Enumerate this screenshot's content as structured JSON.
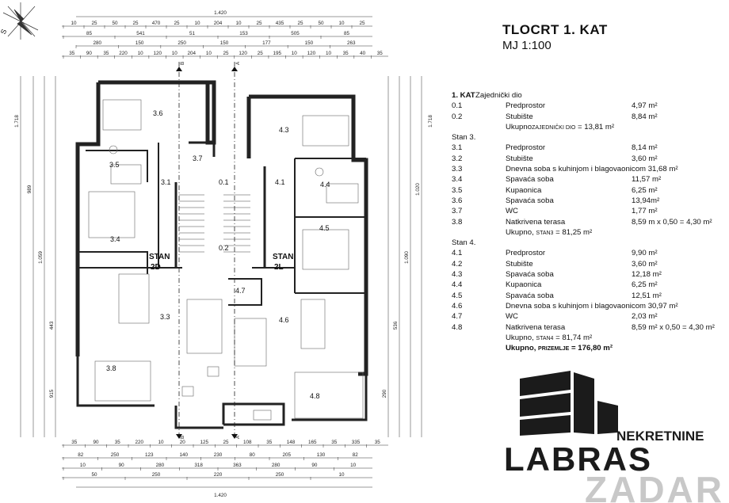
{
  "header": {
    "title": "TLOCRT 1. KAT",
    "scale": "MJ 1:100"
  },
  "compass": {
    "letter": "S"
  },
  "legend": {
    "rows": [
      {
        "c1": "1. KAT",
        "c1_bold": true,
        "c2": "Zajednički dio",
        "c3": "",
        "type": "heading"
      },
      {
        "c1": "0.1",
        "c2": "Predprostor",
        "c3": "4,97 m²"
      },
      {
        "c1": "0.2",
        "c2": "Stubište",
        "c3": "8,84 m²"
      },
      {
        "c1": "",
        "c2": "Ukupno",
        "c2sub": "ZAJEDNIČKI DIO",
        "c2rest": " = 13,81 m²",
        "type": "total"
      },
      {
        "c1": "Stan 3.",
        "c2": "",
        "c3": ""
      },
      {
        "c1": "3.1",
        "c2": "Predprostor",
        "c3": "8,14 m²"
      },
      {
        "c1": "3.2",
        "c2": "Stubište",
        "c3": "3,60 m²"
      },
      {
        "c1": "3.3",
        "c2": "Dnevna soba s kuhinjom i blagovaonicom 31,68 m²",
        "c3": ""
      },
      {
        "c1": "3.4",
        "c2": "Spavaća soba",
        "c3": "11,57 m²"
      },
      {
        "c1": "3.5",
        "c2": "Kupaonica",
        "c3": "6,25 m²"
      },
      {
        "c1": "3.6",
        "c2": "Spavaća soba",
        "c3": "13,94m²"
      },
      {
        "c1": "3.7",
        "c2": "WC",
        "c3": "1,77 m²"
      },
      {
        "c1": "3.8",
        "c2": "Natkrivena terasa",
        "c3": "8,59 m x 0,50 = 4,30 m²"
      },
      {
        "c1": "",
        "c2": "Ukupno, ",
        "c2sub": "STAN3",
        "c2rest": " = 81,25 m²",
        "type": "total"
      },
      {
        "c1": "Stan 4.",
        "c2": "",
        "c3": ""
      },
      {
        "c1": "4.1",
        "c2": "Predprostor",
        "c3": "9,90 m²"
      },
      {
        "c1": "4.2",
        "c2": "Stubište",
        "c3": "3,60 m²"
      },
      {
        "c1": "4.3",
        "c2": "Spavaća soba",
        "c3": "12,18 m²"
      },
      {
        "c1": "4.4",
        "c2": "Kupaonica",
        "c3": "6,25 m²"
      },
      {
        "c1": "4.5",
        "c2": "Spavaća soba",
        "c3": "12,51 m²"
      },
      {
        "c1": "4.6",
        "c2": "Dnevna soba s kuhinjom i blagovaonicom 30,97 m²",
        "c3": ""
      },
      {
        "c1": "4.7",
        "c2": "WC",
        "c3": "2,03 m²"
      },
      {
        "c1": "4.8",
        "c2": "Natkrivena terasa",
        "c3": "8,59 m² x 0,50 = 4,30 m²"
      },
      {
        "c1": "",
        "c2": "Ukupno, ",
        "c2sub": "STAN4",
        "c2rest": " = 81,74 m²",
        "type": "total"
      },
      {
        "c1": "",
        "c2": "Ukupno, ",
        "c2sub": "PRIZEMLJE",
        "c2rest": " = 176,80 m²",
        "type": "grandtotal"
      }
    ]
  },
  "rooms": {
    "r36": "3.6",
    "r35": "3.5",
    "r37": "3.7",
    "r31": "3.1",
    "r34": "3.4",
    "r33": "3.3",
    "r38": "3.8",
    "r01": "0.1",
    "r02": "0.2",
    "r43": "4.3",
    "r44": "4.4",
    "r41": "4.1",
    "r45": "4.5",
    "r47": "4.7",
    "r46": "4.6",
    "r48": "4.8",
    "stan2d_a": "STAN",
    "stan2d_b": "2D",
    "stan2l_a": "STAN",
    "stan2l_b": "2L"
  },
  "dims": {
    "top1": "1.420",
    "top2": [
      "10",
      "25",
      "50",
      "25",
      "470",
      "25",
      "10",
      "204",
      "10",
      "25",
      "435",
      "25",
      "50",
      "10",
      "25"
    ],
    "top3": [
      "85",
      "541",
      "51",
      "153",
      "505",
      "85"
    ],
    "top4": [
      "280",
      "150",
      "250",
      "150",
      "177",
      "150",
      "263"
    ],
    "top5": [
      "35",
      "90",
      "35",
      "220",
      "10",
      "120",
      "10",
      "204",
      "10",
      "25",
      "120",
      "25",
      "195",
      "10",
      "120",
      "10",
      "35",
      "40",
      "35"
    ],
    "bot1": [
      "35",
      "90",
      "35",
      "220",
      "10",
      "20",
      "125",
      "25",
      "108",
      "35",
      "148",
      "165",
      "35",
      "335",
      "35"
    ],
    "bot2": [
      "82",
      "250",
      "123",
      "140",
      "230",
      "80",
      "205",
      "130",
      "82"
    ],
    "bot3": [
      "10",
      "90",
      "280",
      "318",
      "363",
      "280",
      "90",
      "10"
    ],
    "bot4": [
      "50",
      "250",
      "220",
      "250",
      "10"
    ],
    "bot5": "1.420",
    "left": [
      "1.718",
      "989",
      "1.059",
      "443",
      "915"
    ],
    "right": [
      "1.718",
      "1.020",
      "1.090",
      "536",
      "290"
    ]
  },
  "section_marks": {
    "a": "A",
    "b": "B"
  },
  "logo": {
    "small": "NEKRETNINE",
    "big1": "LABRAS",
    "big2": "ZADAR"
  }
}
